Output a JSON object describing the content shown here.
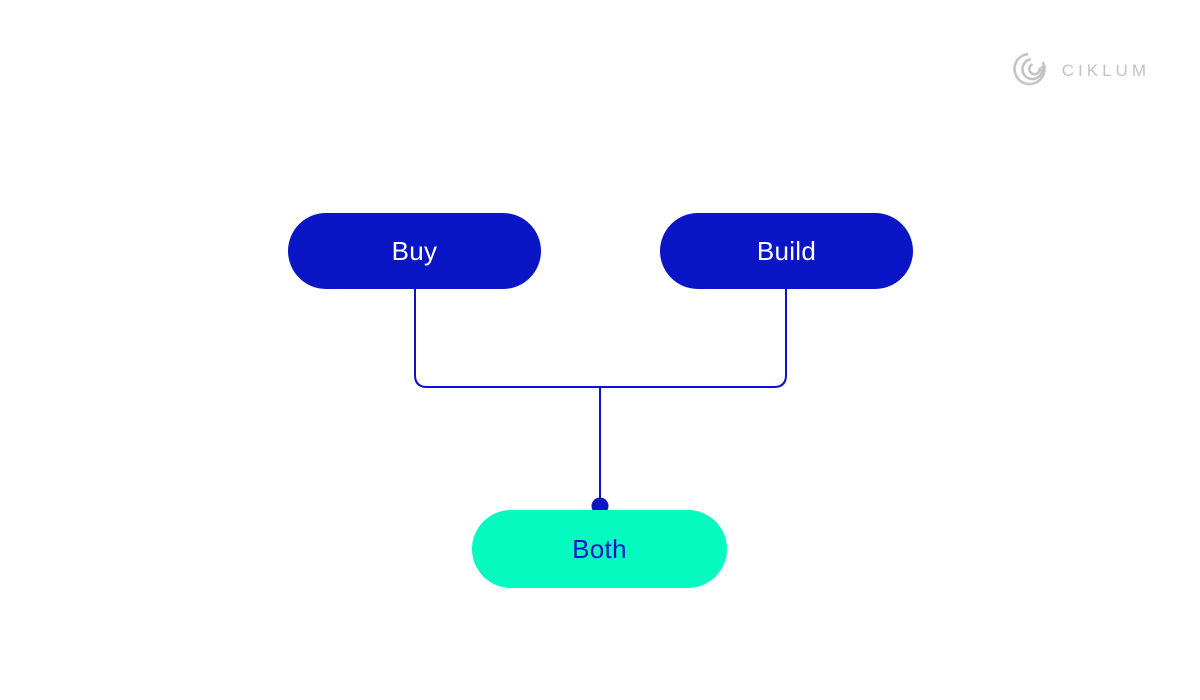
{
  "logo": {
    "text": "CIKLUM",
    "mark_icon": "ciklum-arcs-logo",
    "color": "#c4c4c4"
  },
  "diagram": {
    "type": "flow-diagram",
    "nodes": [
      {
        "id": "buy",
        "label": "Buy",
        "bg": "#0a16c6",
        "text_color": "#ffffff"
      },
      {
        "id": "build",
        "label": "Build",
        "bg": "#0a16c6",
        "text_color": "#ffffff"
      },
      {
        "id": "both",
        "label": "Both",
        "bg": "#04fabe",
        "text_color": "#0a16c6"
      }
    ],
    "edges": [
      {
        "from": "buy",
        "to": "both"
      },
      {
        "from": "build",
        "to": "both"
      }
    ],
    "connector_color": "#0a16c6"
  }
}
